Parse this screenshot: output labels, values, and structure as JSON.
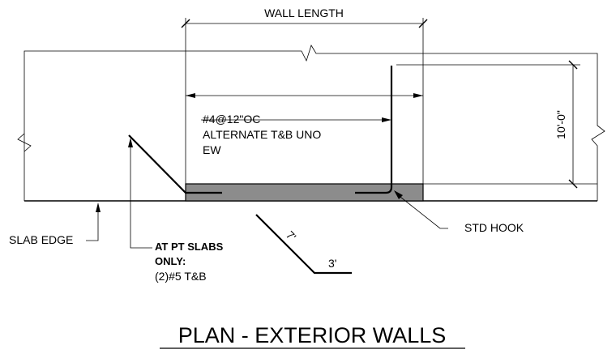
{
  "labels": {
    "wall_length": "WALL LENGTH",
    "rebar_spec_line1": "#4@12\"OC",
    "rebar_spec_line2": "ALTERNATE T&B UNO",
    "rebar_spec_line3": "EW",
    "height_dim": "10'-0\"",
    "std_hook": "STD HOOK",
    "slab_edge": "SLAB EDGE",
    "pt_note_line1": "AT PT SLABS",
    "pt_note_line2": "ONLY:",
    "pt_note_line3": "(2)#5 T&B",
    "bar_leg_long": "7'",
    "bar_leg_short": "3'",
    "title": "PLAN - EXTERIOR WALLS"
  },
  "colors": {
    "line": "#000000",
    "wall_fill": "#8c8c8c",
    "background": "#ffffff"
  }
}
